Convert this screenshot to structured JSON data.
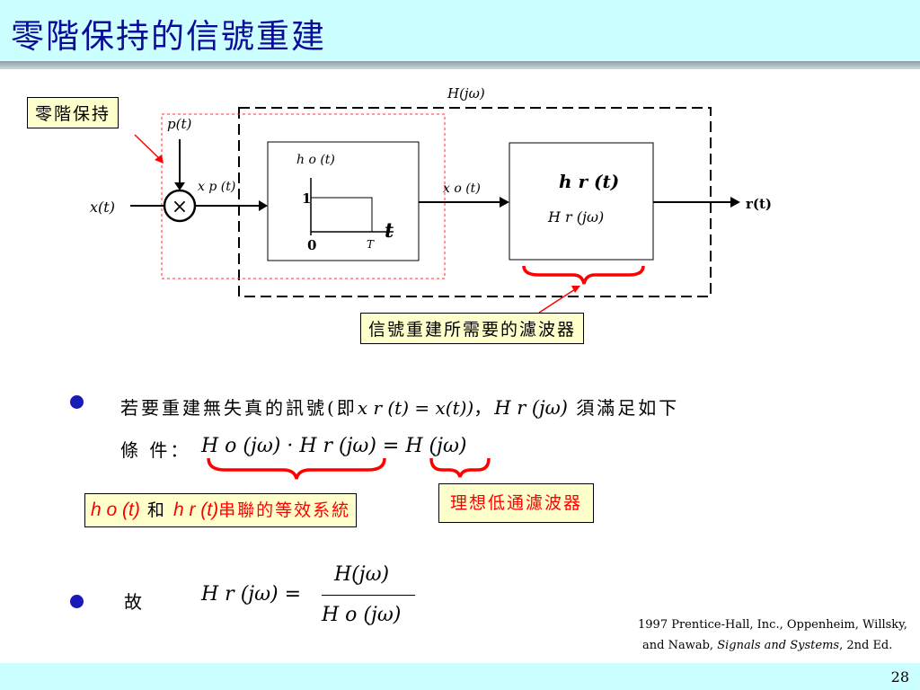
{
  "slide": {
    "title": "零階保持的信號重建",
    "page_number": "28"
  },
  "diagram": {
    "zoh_label": "零階保持",
    "filter_label": "信號重建所需要的濾波器",
    "hjw_top": "H(jω)",
    "p_t": "p(t)",
    "x_t": "x(t)",
    "xp_t": "x p (t)",
    "ho_t": "h o (t)",
    "step_one": "1",
    "step_zero": "0",
    "step_T": "T",
    "step_t": "t",
    "xo_t": "x o (t)",
    "hr_t": "h r (t)",
    "hr_jw": "H r (jω)",
    "r_t": "r(t)",
    "multiplier_symbol": "×"
  },
  "bullets": {
    "line1_prefix": "若要重建無失真的訊號(即",
    "line1_eq": "x r (t) = x(t))",
    "line1_mid": "，",
    "line1_hr": "H r (jω)",
    "line1_suffix": "須滿足如下",
    "line2_prefix": "條 件：",
    "line2_eq": "H o (jω) · H r (jω) = H (jω)",
    "cascade_label_ho": "h o (t)",
    "cascade_label_and": "和",
    "cascade_label_hr": "h r (t)",
    "cascade_label_rest": "串聯的等效系統",
    "ideal_lpf_label": "理想低通濾波器",
    "line3_prefix": "故",
    "line3_lhs": "H r (jω) =",
    "line3_num": "H(jω)",
    "line3_den": "H o (jω)"
  },
  "credit": {
    "line1": "1997 Prentice-Hall, Inc., Oppenheim, Willsky,",
    "line2_a": "and Nawab,",
    "line2_b": "Signals and Systems",
    "line2_c": ", 2nd Ed."
  },
  "colors": {
    "title_bg": "#ccffff",
    "title_text": "#0b0b99",
    "label_bg": "#ffffcc",
    "brace_red": "#ff0000",
    "bullet_blue": "#1a1ab8"
  }
}
